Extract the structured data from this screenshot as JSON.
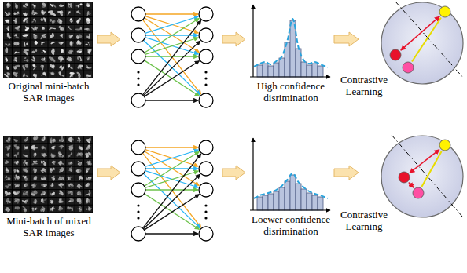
{
  "diagram": {
    "nodes": [
      {
        "text": [
          "Original mini-batch SAR images"
        ]
      },
      {
        "text": [
          "High confidence disrimination"
        ]
      },
      {
        "text": [
          "Contrastive Learning"
        ]
      },
      {
        "text": [
          "Mini-batch of mixed SAR images"
        ]
      },
      {
        "text": [
          "Loewer confidence disrimination"
        ]
      },
      {
        "text": [
          "Contrastive Learning"
        ]
      }
    ],
    "edges": [
      {
        "from": 1,
        "to": 2,
        "arrow": "to"
      },
      {
        "from": 4,
        "to": 5,
        "arrow": "to"
      }
    ]
  }
}
